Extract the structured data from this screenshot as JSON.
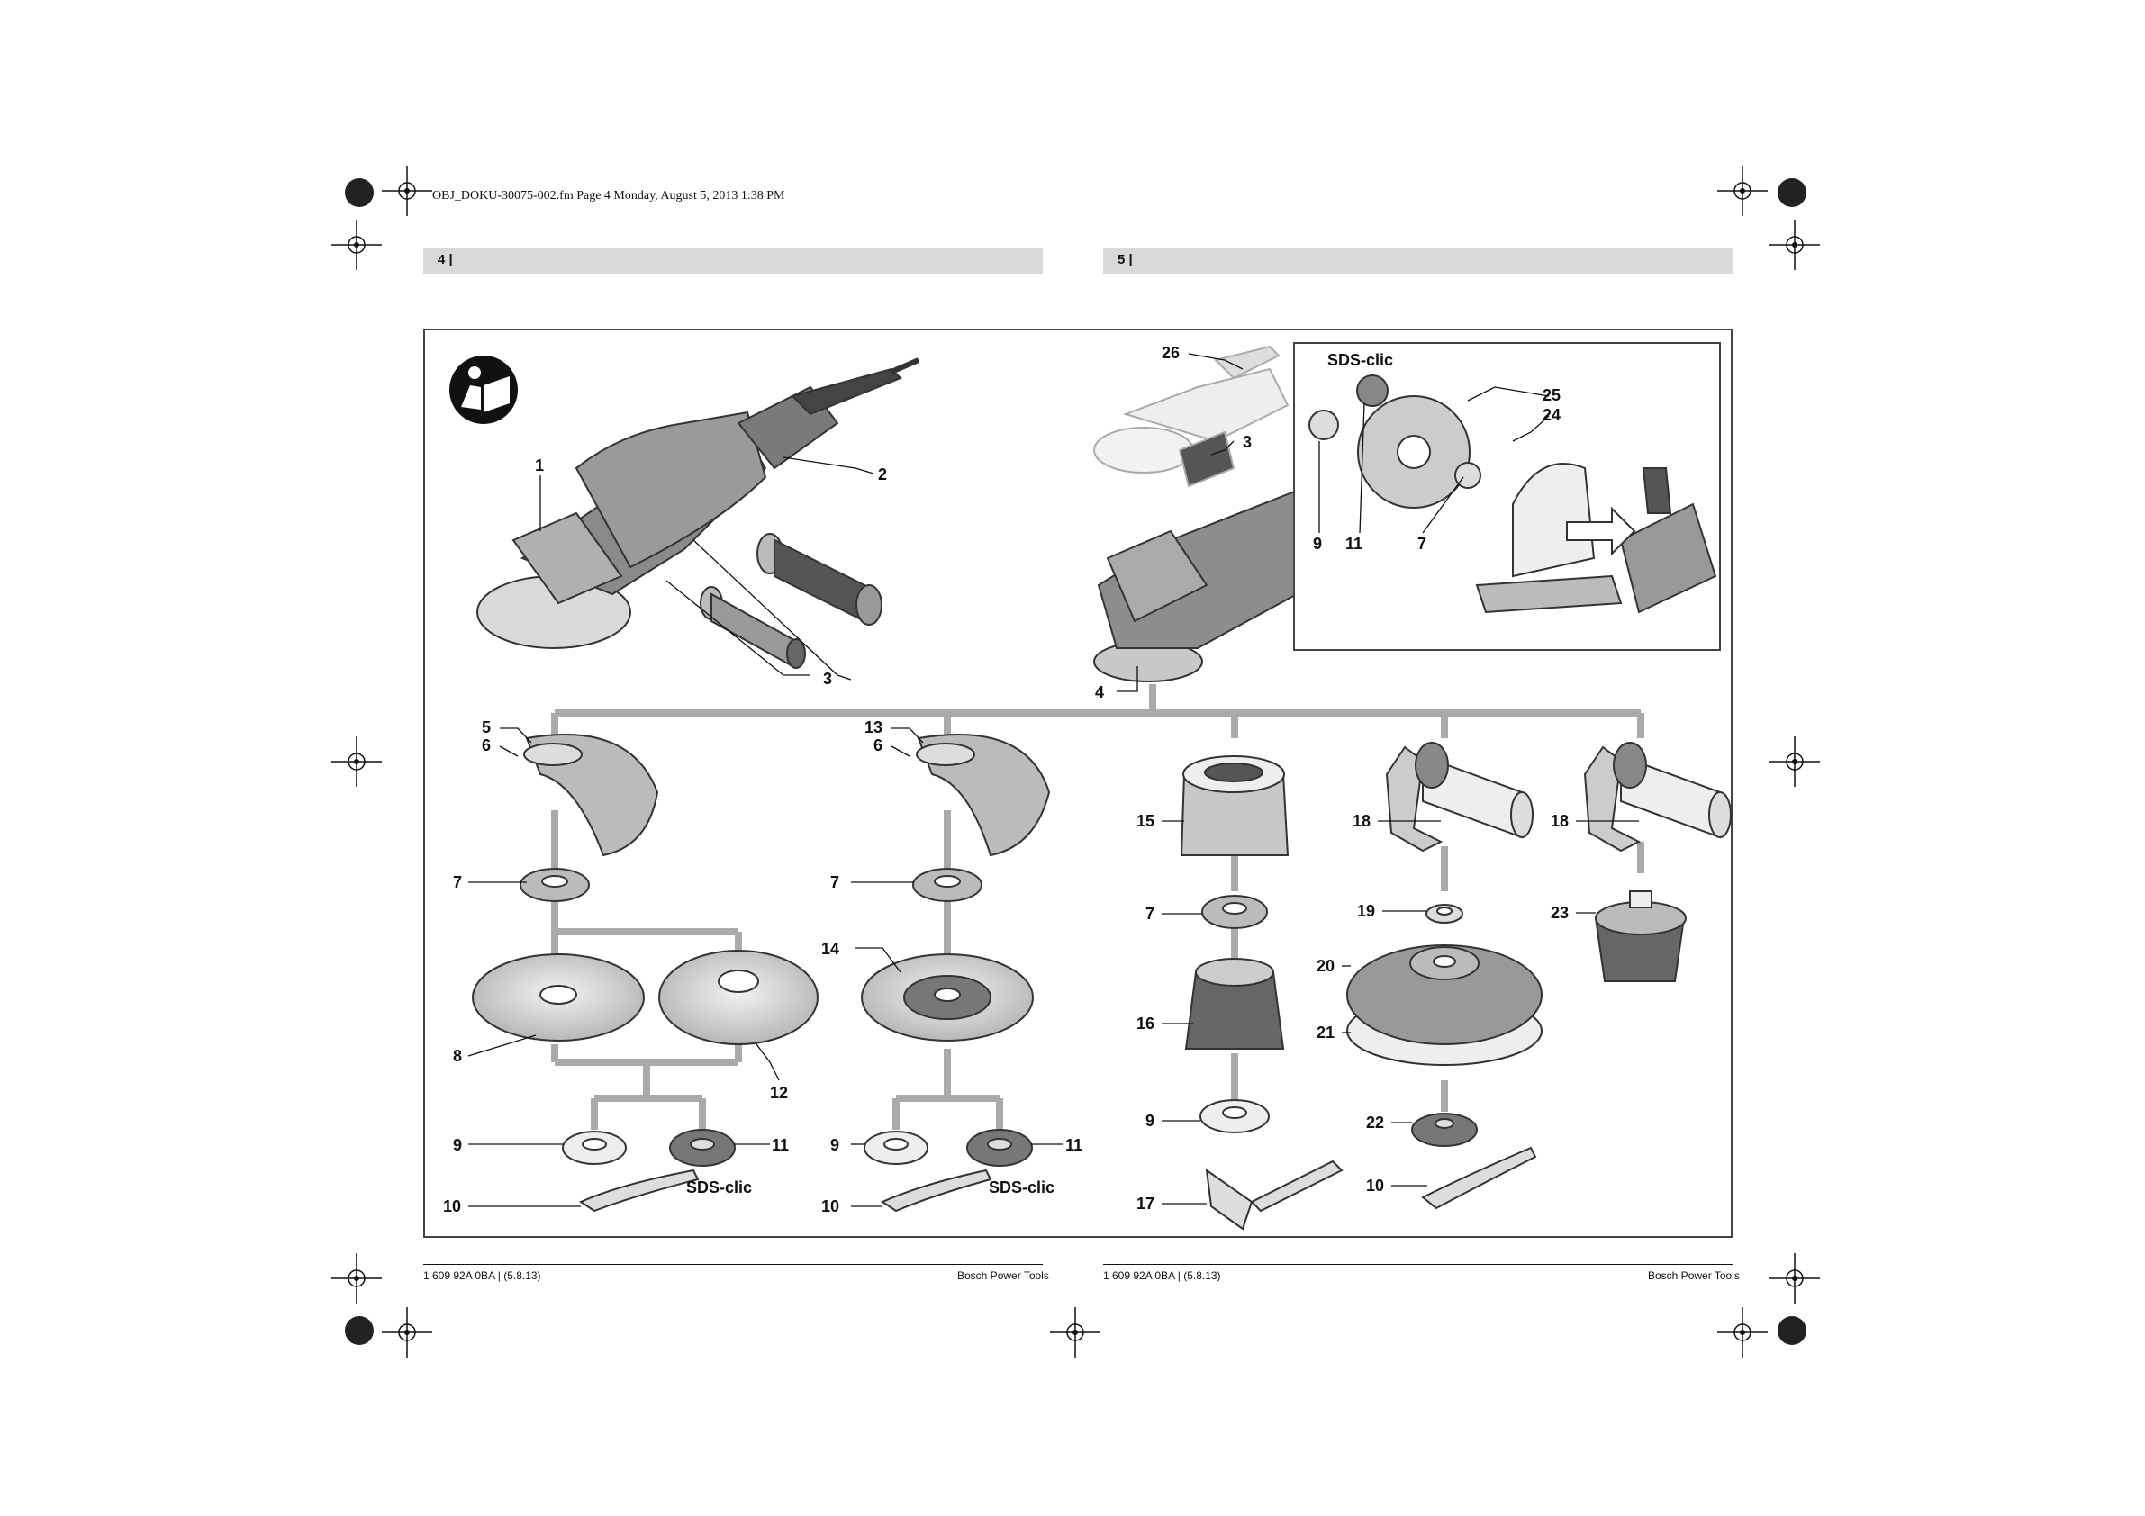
{
  "header": {
    "filename": "OBJ_DOKU-30075-002.fm  Page 4  Monday, August 5, 2013  1:38 PM",
    "left_page": "4 |",
    "right_page": "5 |"
  },
  "footer": {
    "left_code": "1 609 92A 0BA | (5.8.13)",
    "left_brand": "Bosch Power Tools",
    "right_code": "1 609 92A 0BA | (5.8.13)",
    "right_brand": "Bosch Power Tools"
  },
  "brand_marks": [
    "SDS-clic",
    "SDS-clic",
    "SDS-clic"
  ],
  "labels": {
    "grinder": [
      "1",
      "2",
      "3"
    ],
    "top_right": [
      "26",
      "3",
      "4"
    ],
    "inset": [
      "25",
      "24",
      "9",
      "11",
      "7"
    ],
    "col1": [
      "5",
      "6",
      "7",
      "8",
      "12",
      "9",
      "11",
      "10"
    ],
    "col2": [
      "13",
      "6",
      "7",
      "14",
      "9",
      "11",
      "10"
    ],
    "col3": [
      "15",
      "7",
      "16",
      "9",
      "17"
    ],
    "col4": [
      "18",
      "19",
      "20",
      "21",
      "22",
      "10"
    ],
    "col5": [
      "18",
      "23"
    ]
  }
}
